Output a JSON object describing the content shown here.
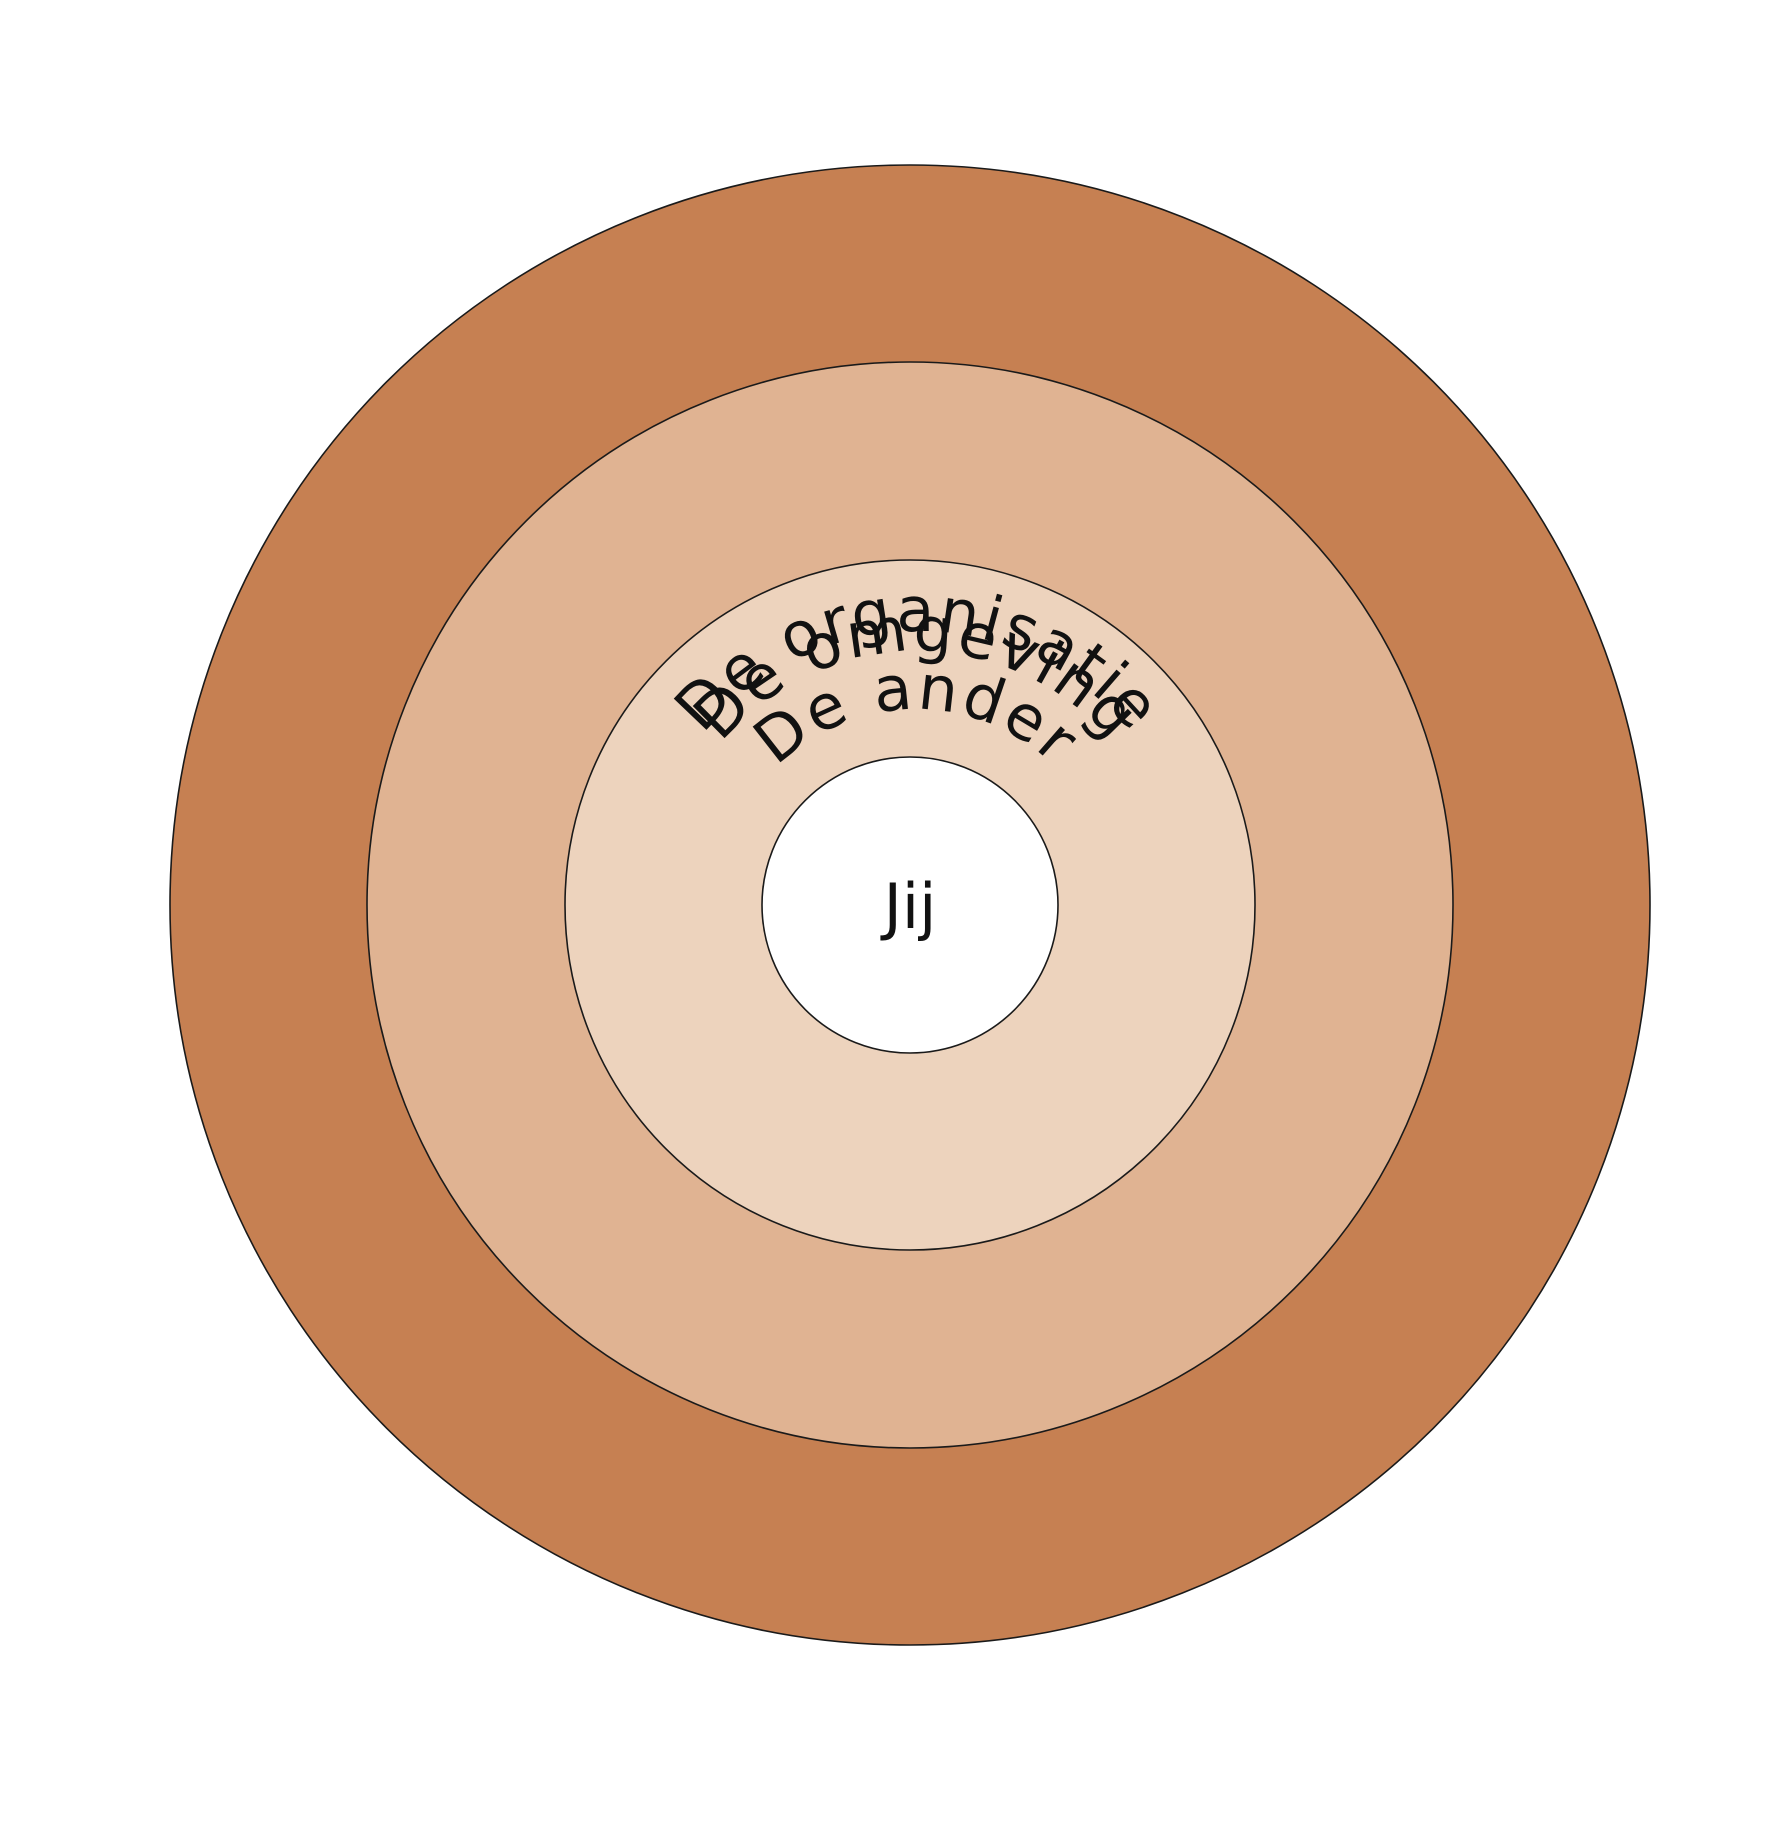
{
  "diagram": {
    "rings": [
      {
        "label": "De omgeving",
        "fill": "#C68052"
      },
      {
        "label": "De organisatie",
        "fill": "#E0B392"
      },
      {
        "label": "De ander",
        "fill": "#EDD3BD"
      },
      {
        "label": "Jij",
        "fill": "#FFFFFF"
      }
    ],
    "stroke": "#1A1A1A"
  }
}
